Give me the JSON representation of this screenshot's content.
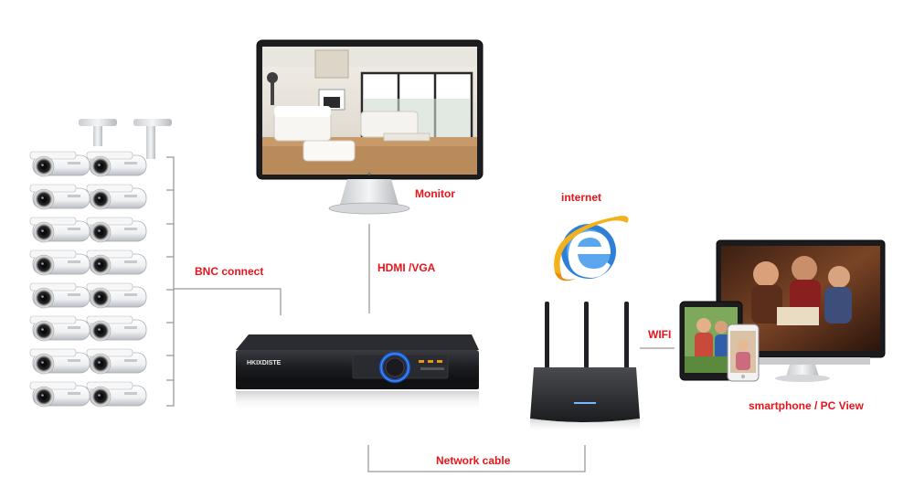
{
  "labels": {
    "monitor": "Monitor",
    "internet": "internet",
    "bnc_connect": "BNC connect",
    "hdmi_vga": "HDMI /VGA",
    "wifi": "WIFI",
    "network_cable": "Network cable",
    "view": "smartphone / PC View"
  },
  "dvr": {
    "brand": "HKIXDISTE"
  },
  "colors": {
    "label_red": "#e8141b",
    "line_gray": "#9a9a9a",
    "dvr_body": "#1c1d21",
    "ring_blue": "#1a5bd6",
    "ie_blue": "#2f7fd6",
    "ie_orange": "#f3b21b"
  },
  "devices": {
    "camera_count": 16,
    "router_antennas": 3
  }
}
